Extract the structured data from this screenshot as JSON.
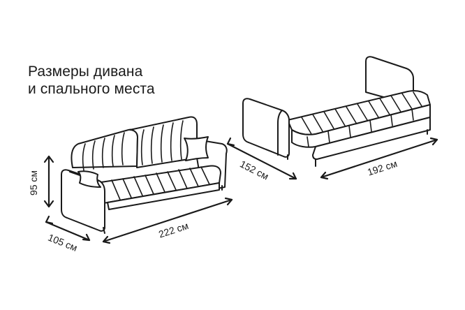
{
  "title": {
    "line1": "Размеры дивана",
    "line2": "и спального места"
  },
  "dimensions": {
    "height": "95 см",
    "depth": "105 см",
    "width": "222 см",
    "bed_depth": "152 см",
    "bed_width": "192 см"
  },
  "colors": {
    "stroke": "#1a1a1a",
    "background": "#ffffff"
  }
}
